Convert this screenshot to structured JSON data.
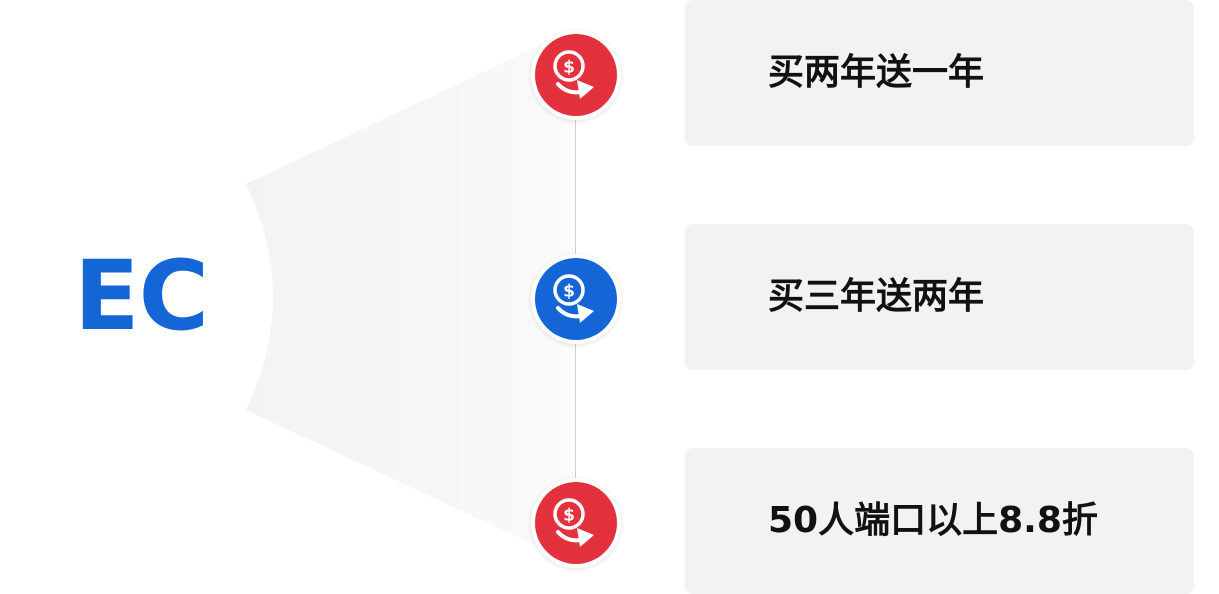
{
  "brand": {
    "label": "EC",
    "color": "#1466d6"
  },
  "colors": {
    "red_node": "#e3323d",
    "blue_node": "#1466d6",
    "card_bg": "#f2f2f2",
    "connector": "#cfcfcf"
  },
  "offers": [
    {
      "label": "买两年送一年",
      "icon": "dollar-coin-arrow-icon",
      "node_color": "red"
    },
    {
      "label": "买三年送两年",
      "icon": "dollar-coin-arrow-icon",
      "node_color": "blue"
    },
    {
      "label": "50人端口以上8.8折",
      "icon": "dollar-coin-arrow-icon",
      "node_color": "red"
    }
  ]
}
